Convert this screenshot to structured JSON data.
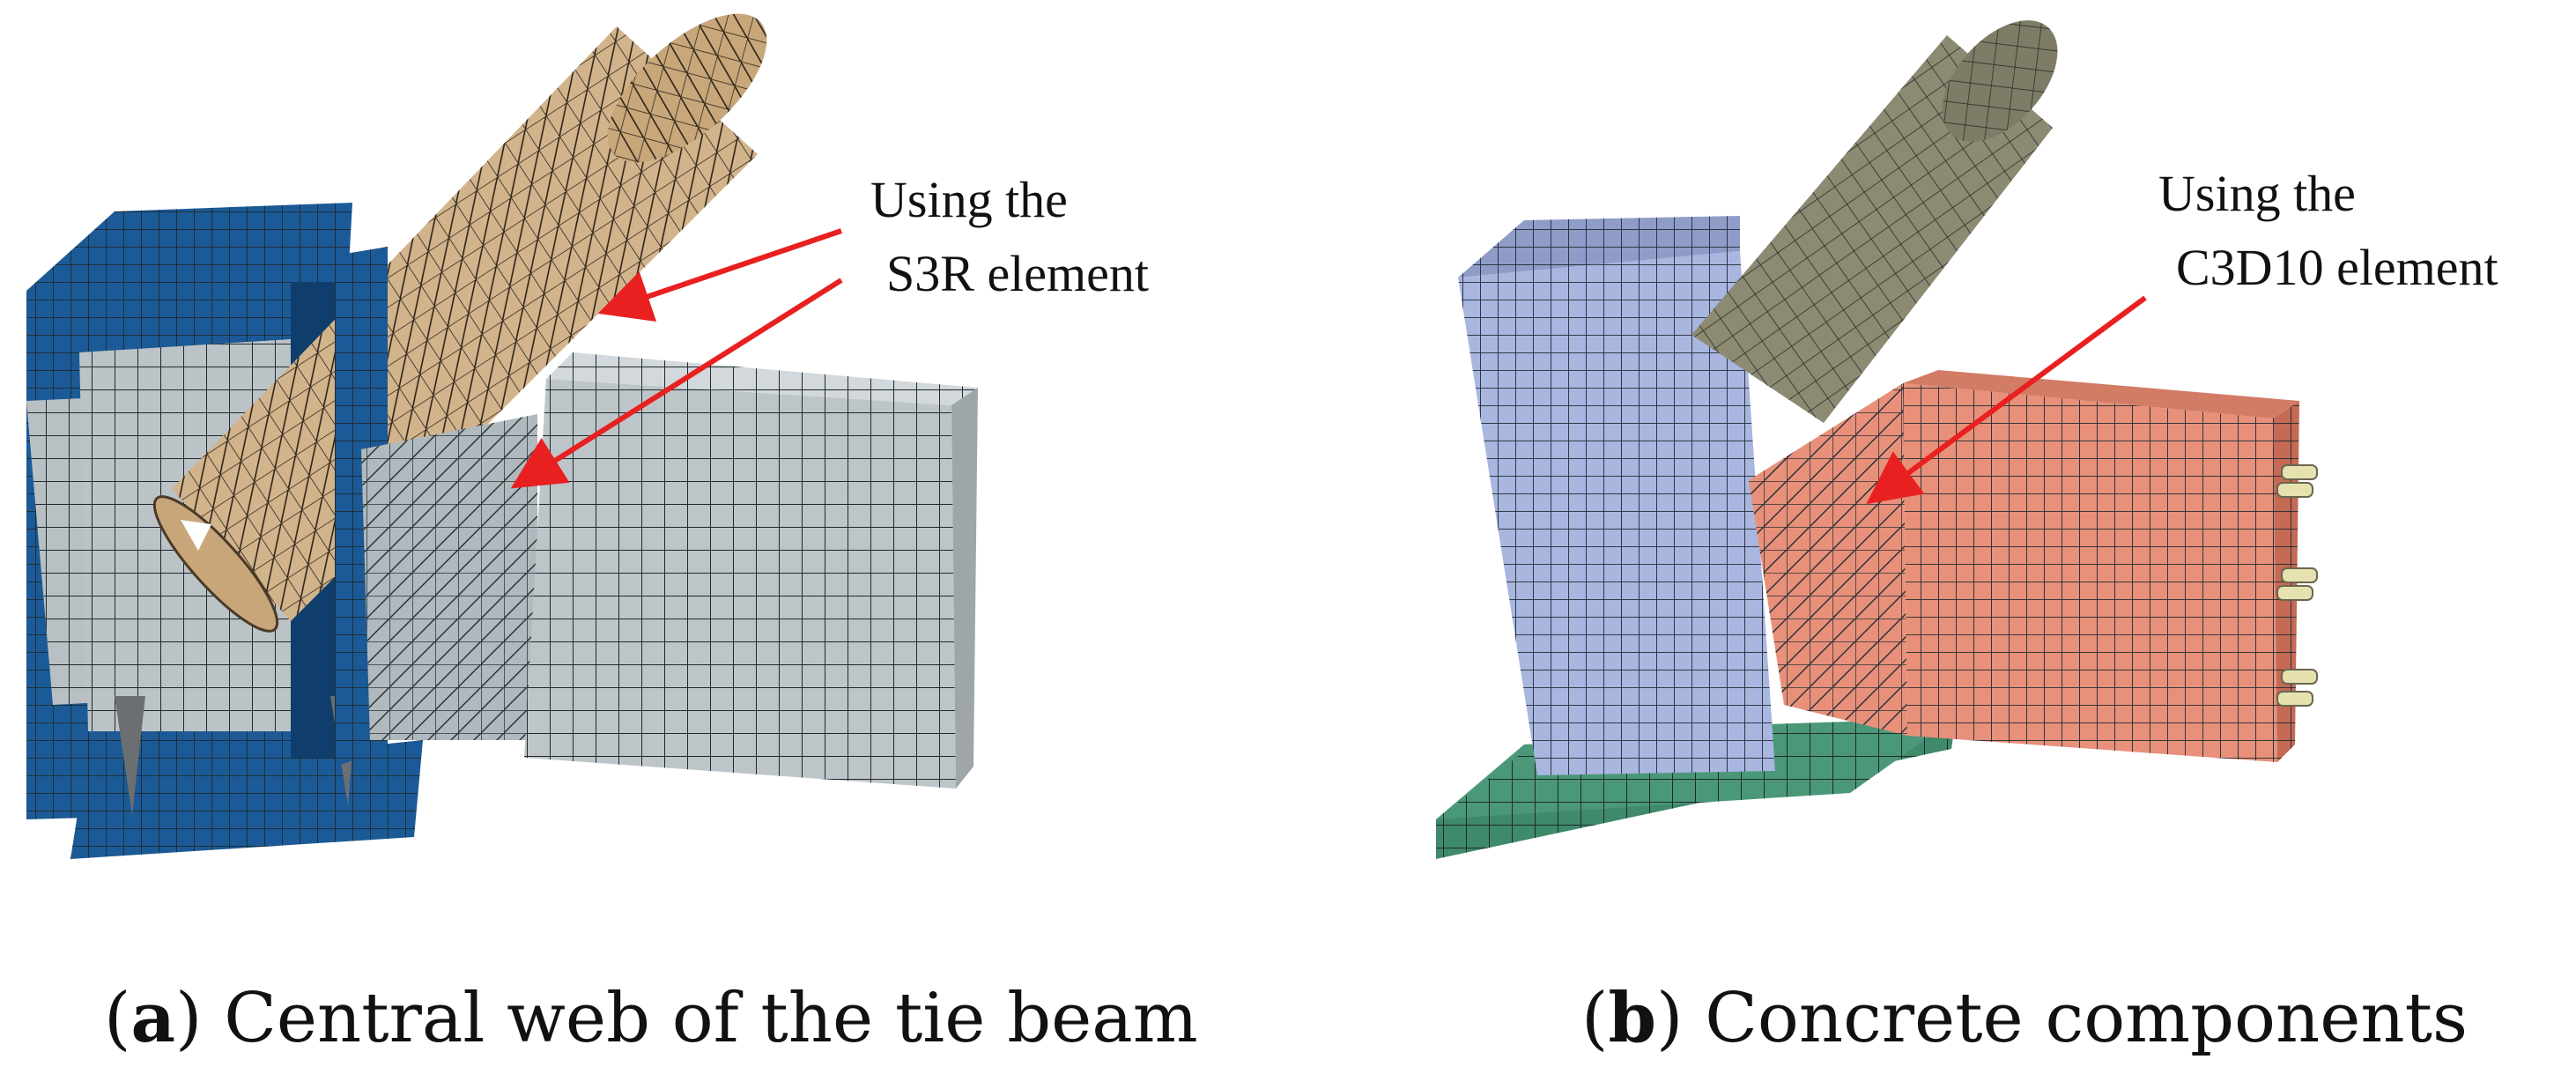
{
  "panel_a": {
    "annotation_line1": "Using the",
    "annotation_line2": "S3R element",
    "caption_open": "(",
    "caption_letter": "a",
    "caption_text": ") Central web of the tie beam"
  },
  "panel_b": {
    "annotation_line1": "Using the",
    "annotation_line2": "C3D10 element",
    "caption_open": "(",
    "caption_letter": "b",
    "caption_text": ") Concrete components"
  },
  "colors": {
    "steel_frame_blue": "#1b5a96",
    "steel_web_grey": "#b8c0c4",
    "tube_tan": "#d2b48c",
    "column_lavender": "#a9b6e0",
    "tube_olive": "#8c8a73",
    "beam_salmon": "#e8907a",
    "base_green": "#3e8a6a",
    "arrow_red": "#e82020"
  }
}
